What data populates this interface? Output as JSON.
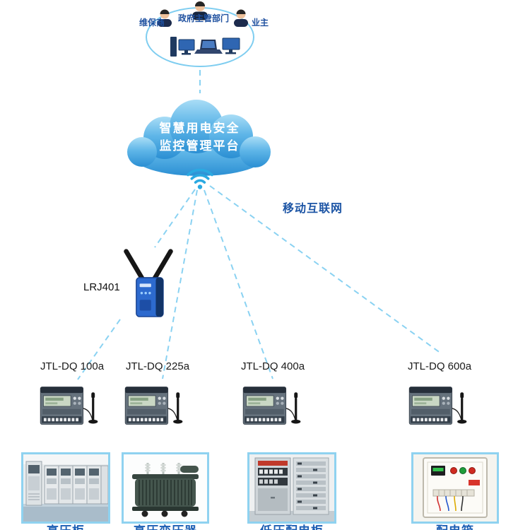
{
  "colors": {
    "label_blue": "#1d5fb4",
    "actor_label_blue": "#1d4f9f",
    "cloud_blue_top": "#a9ddf6",
    "cloud_blue_bottom": "#2b8fd3",
    "dashed_line_blue": "#8ad2f2",
    "wifi_blue": "#2aa9e1"
  },
  "stakeholders": {
    "items": [
      {
        "label": "维保商"
      },
      {
        "label": "政府主管部门"
      },
      {
        "label": "业主"
      }
    ]
  },
  "cloud": {
    "line1": "智慧用电安全",
    "line2": "监控管理平台"
  },
  "network_label": "移动互联网",
  "router": {
    "label": "LRJ401"
  },
  "meters": [
    {
      "label": "JTL-DQ 100a"
    },
    {
      "label": "JTL-DQ 225a"
    },
    {
      "label": "JTL-DQ 400a"
    },
    {
      "label": "JTL-DQ 600a"
    }
  ],
  "equipment": [
    {
      "label": "高压柜"
    },
    {
      "label": "高压变压器"
    },
    {
      "label": "低压配电柜"
    },
    {
      "label": "配电箱"
    }
  ]
}
